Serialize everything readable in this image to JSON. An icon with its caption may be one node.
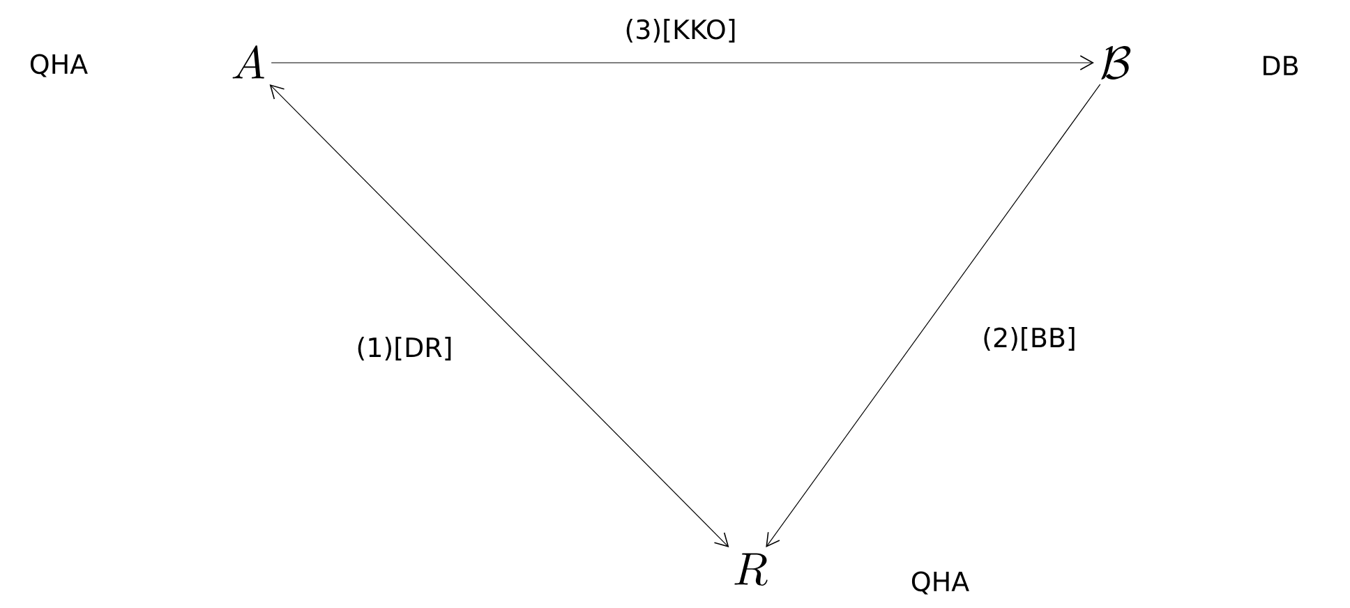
{
  "diagram": {
    "nodes": [
      {
        "text": [
          "A"
        ]
      },
      {
        "text": [
          "\\mathcal{B}"
        ]
      },
      {
        "text": [
          "R"
        ]
      }
    ],
    "edges": [
      {
        "from": 0,
        "to": 1,
        "arrow": "to",
        "label": "(3)[KKO]"
      },
      {
        "from": 1,
        "to": 2,
        "arrow": "to",
        "label": "(2)[BB]"
      },
      {
        "from": 0,
        "to": 2,
        "arrow": "both",
        "label": "(1)[DR]"
      }
    ],
    "labels": [
      "QHA",
      "DB",
      "QHA"
    ]
  }
}
